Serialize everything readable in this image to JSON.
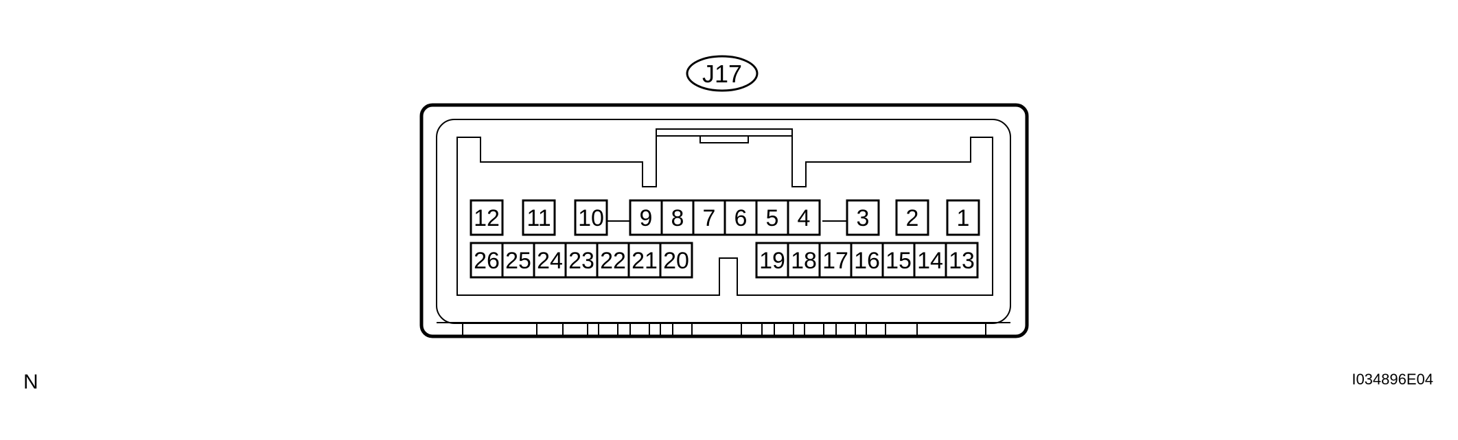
{
  "connector": {
    "code": "J17",
    "top_row_pins": [
      "12",
      "11",
      "10",
      "9",
      "8",
      "7",
      "6",
      "5",
      "4",
      "3",
      "2",
      "1"
    ],
    "bottom_row_pins": [
      "26",
      "25",
      "24",
      "23",
      "22",
      "21",
      "20",
      "19",
      "18",
      "17",
      "16",
      "15",
      "14",
      "13"
    ]
  },
  "corner_labels": {
    "left": "N",
    "right": "I034896E04"
  },
  "colors": {
    "line": "#000000",
    "background": "#ffffff"
  }
}
